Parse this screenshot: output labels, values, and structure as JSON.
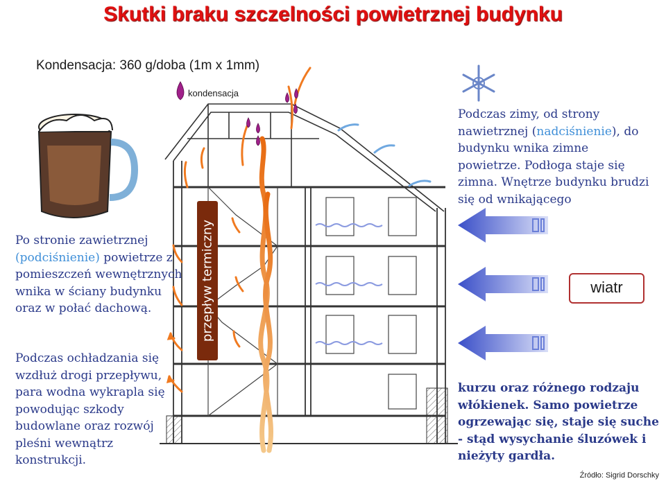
{
  "title": "Skutki braku szczelności powietrznej budynku",
  "condensation_rate": "Kondensacja: 360 g/doba (1m x 1mm)",
  "legend": {
    "drop_label": "kondensacja"
  },
  "thermal_flow_label": "przepływ termiczny",
  "wind_label": "wiatr",
  "right_text": {
    "p1_a": "Podczas zimy, od strony nawietrznej (",
    "p1_highlight": "nadciśnienie",
    "p1_b": "), do budynku wnika zimne powietrze. Podłoga staje się zimna. Wnętrze budynku brudzi się od wnikającego",
    "p2": "kurzu oraz różnego rodzaju włókienek. Samo powietrze ogrzewając się, staje się suche - stąd wysychanie śluzówek i nieżyty gardła."
  },
  "left_text": {
    "p1_a": "Po stronie zawietrznej",
    "p1_highlight": "(podciśnienie)",
    "p1_b": " powietrze z pomieszczeń wewnętrznych wnika w ściany budynku oraz w połać dachową.",
    "p2": "Podczas ochładzania się wzdłuż drogi przepływu, para wodna wykrapla się powodując szkody budowlane oraz rozwój pleśni wewnątrz konstrukcji."
  },
  "source": "Źródło: Sigrid Dorschky",
  "colors": {
    "title": "#e01010",
    "text": "#2b3a8a",
    "highlight": "#3f8fd8",
    "warm_arrow": "#f07a20",
    "cold_arrow": "#6a7fd8",
    "drop": "#a0208a"
  },
  "icons": [
    "beer-mug-icon",
    "snowflake-icon",
    "drop-icon",
    "wind-arrow-icon"
  ]
}
